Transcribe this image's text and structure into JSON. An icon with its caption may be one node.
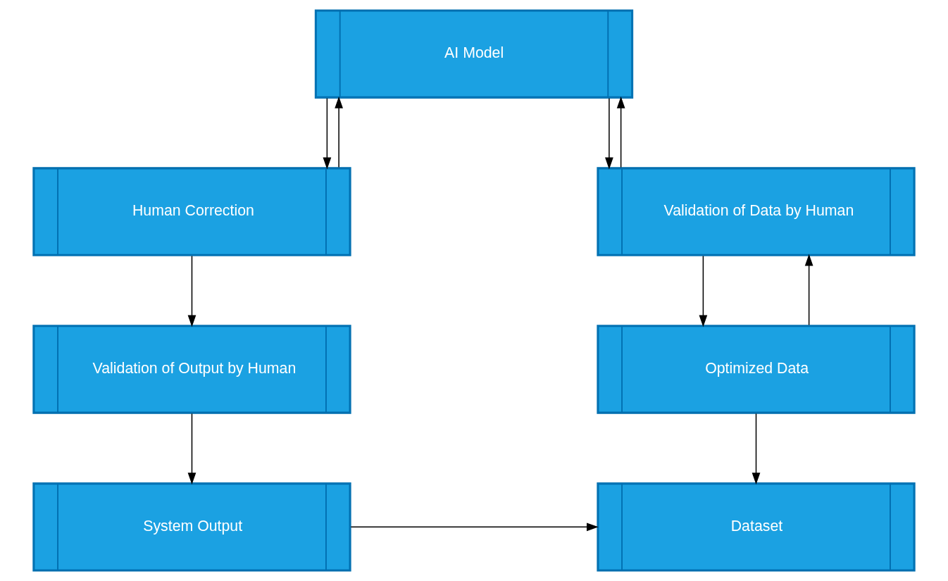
{
  "diagram": {
    "nodes": [
      {
        "text": [
          "AI Model"
        ]
      },
      {
        "text": [
          "Validation of Data by Human"
        ]
      },
      {
        "text": [
          "Human Correction"
        ]
      },
      {
        "text": [
          "Optimized Data"
        ]
      },
      {
        "text": [
          "Validation of Output by Human"
        ]
      },
      {
        "text": [
          "Dataset"
        ]
      },
      {
        "text": [
          "System Output"
        ]
      }
    ],
    "edges": [
      {
        "from": 1,
        "to": 0,
        "arrow": "to"
      },
      {
        "from": 0,
        "to": 1,
        "arrow": "to"
      },
      {
        "from": 0,
        "to": 2,
        "arrow": "to"
      },
      {
        "from": 2,
        "to": 0,
        "arrow": "to"
      },
      {
        "from": 3,
        "to": 1,
        "arrow": "to"
      },
      {
        "from": 1,
        "to": 3,
        "arrow": "to"
      },
      {
        "from": 2,
        "to": 4,
        "arrow": "to"
      },
      {
        "from": 3,
        "to": 5,
        "arrow": "to"
      },
      {
        "from": 4,
        "to": 6,
        "arrow": "to"
      },
      {
        "from": 6,
        "to": 5,
        "arrow": "to"
      }
    ]
  }
}
